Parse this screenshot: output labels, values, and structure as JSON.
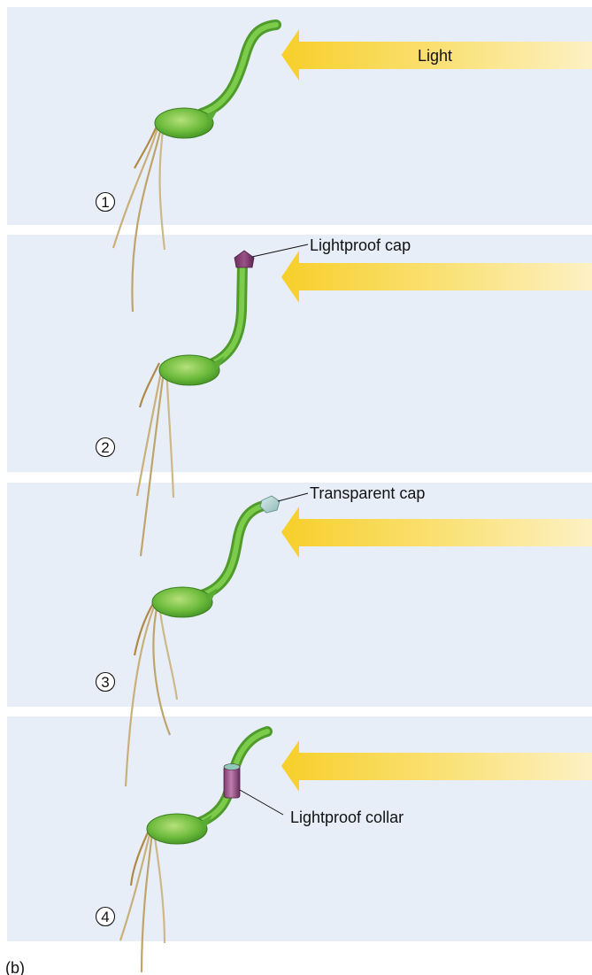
{
  "figure": {
    "part_label": "(b)",
    "background_color": "#e8eef8",
    "arrow_color": "#f6d84a",
    "panels": [
      {
        "number": "1",
        "arrow_label": "Light",
        "callout": ""
      },
      {
        "number": "2",
        "arrow_label": "",
        "callout": "Lightproof cap"
      },
      {
        "number": "3",
        "arrow_label": "",
        "callout": "Transparent cap"
      },
      {
        "number": "4",
        "arrow_label": "",
        "callout": "Lightproof collar"
      }
    ]
  }
}
